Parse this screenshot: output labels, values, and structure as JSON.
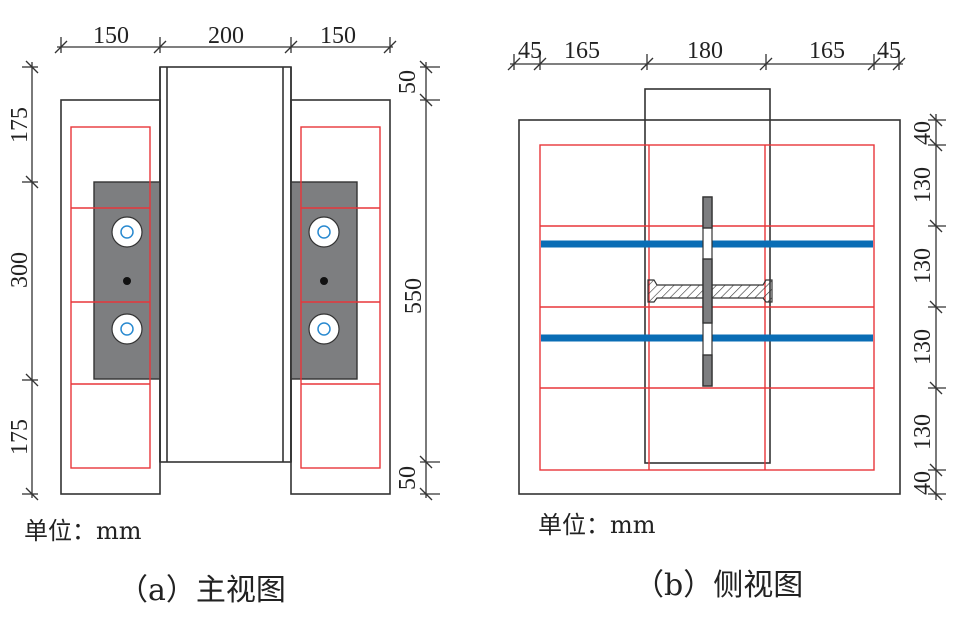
{
  "front_view": {
    "caption": "（a）主视图",
    "unit_label": "单位：mm",
    "dims_top": [
      "150",
      "200",
      "150"
    ],
    "dims_left": [
      "175",
      "300",
      "175"
    ],
    "dims_right": [
      "50",
      "550",
      "50"
    ]
  },
  "side_view": {
    "caption": "（b）侧视图",
    "unit_label": "单位：mm",
    "dims_top": [
      "45",
      "165",
      "180",
      "165",
      "45"
    ],
    "dims_right": [
      "40",
      "130",
      "130",
      "130",
      "130",
      "40"
    ]
  },
  "colors": {
    "outline": "#333333",
    "rebar": "#e8363a",
    "tendon": "#0a6db5",
    "plate": "#7d7e80"
  }
}
